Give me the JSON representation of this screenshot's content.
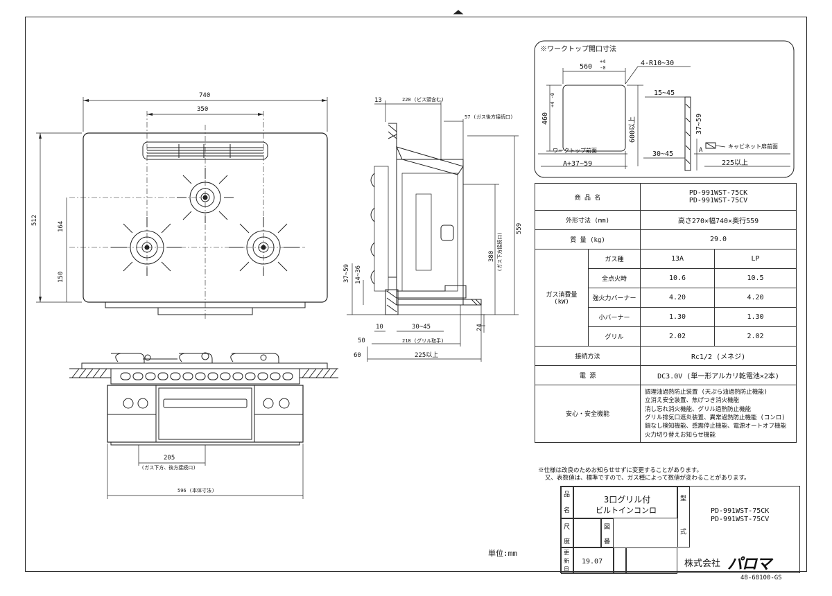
{
  "labels": {
    "front_width": "740",
    "burner_span": "350",
    "depth": "512",
    "dim_164": "164",
    "dim_150": "150",
    "dim_205": "205",
    "dim_205_note": "(ガス下方、後方接続口)",
    "body_width": "596 (本体寸法)",
    "side_13": "13",
    "side_220": "220 (ビス頭含む)",
    "side_57": "57 (ガス後方接続口)",
    "side_559": "559",
    "side_380": "380",
    "side_380_note": "(ガス下方接続口)",
    "side_3759": "37~59",
    "side_1436": "14~36",
    "side_10": "10",
    "side_3045": "30~45",
    "side_50": "50",
    "side_218": "218 (グリル取手)",
    "side_60": "60",
    "side_225": "225以上",
    "side_24": "24"
  },
  "cutout": {
    "title": "※ワークトップ開口寸法",
    "w": "560",
    "w_tol_up": "+4",
    "w_tol_dn": "-0",
    "h": "460",
    "h_tol": "+4 -0",
    "r": "4-R10~30",
    "h600": "600以上",
    "d1545": "15~45",
    "d3759": "37~59",
    "front_label": "ワークトップ前面",
    "a_dim": "A+37~59",
    "d3045": "30~45",
    "a_mark": "A",
    "cabinet": "キャビネット扉前面",
    "d225": "225以上"
  },
  "spec": {
    "product_name_label": "商 品 名",
    "product_names": [
      "PD-991WST-75CK",
      "PD-991WST-75CV"
    ],
    "outer_label": "外形寸法 (mm)",
    "outer_value": "高さ270×幅740×奥行559",
    "mass_label": "質 量 (kg)",
    "mass_value": "29.0",
    "gas_group_label": "ガス消費量",
    "gas_group_unit": "(kW)",
    "gas_type_label": "ガス種",
    "gas_type_13a": "13A",
    "gas_type_lp": "LP",
    "rows": [
      {
        "label": "全点火時",
        "v13a": "10.6",
        "vlp": "10.5"
      },
      {
        "label": "強火力バーナー",
        "v13a": "4.20",
        "vlp": "4.20"
      },
      {
        "label": "小バーナー",
        "v13a": "1.30",
        "vlp": "1.30"
      },
      {
        "label": "グリル",
        "v13a": "2.02",
        "vlp": "2.02"
      }
    ],
    "connection_label": "接続方法",
    "connection_value": "Rc1/2 (メネジ)",
    "power_label": "電 源",
    "power_value": "DC3.0V (単一形アルカリ乾電池×2本)",
    "safety_label": "安心・安全機能",
    "safety_lines": [
      "調理油過熱防止装置 (天ぷら油過熱防止機能)",
      "立消え安全装置、焦げつき消火機能",
      "消し忘れ消火機能、グリル過熱防止機能",
      "グリル排気口遮炎装置、異常過熱防止機能 (コンロ)",
      "鍋なし検知機能、感震停止機能、電源オートオフ機能",
      "火力切り替えお知らせ機能"
    ]
  },
  "notes": [
    "※仕様は改良のためお知らせせずに変更することがあります。",
    "又、表数値は、標準ですので、ガス種によって数値が変わることがあります。"
  ],
  "title_block": {
    "hin": "品",
    "mei": "名",
    "name_line1": "3口グリル付",
    "name_line2": "ビルトインコンロ",
    "kata": "型",
    "shiki": "式",
    "model1": "PD-991WST-75CK",
    "model2": "PD-991WST-75CV",
    "shaku": "尺",
    "do": "度",
    "zu": "図",
    "ban": "番",
    "kou": "更",
    "shin": "新",
    "nichi": "日",
    "date": "19.07",
    "company": "株式会社",
    "brand": "パロマ"
  },
  "unit_label": "単位:mm",
  "drawing_number": "48-68100-GS"
}
